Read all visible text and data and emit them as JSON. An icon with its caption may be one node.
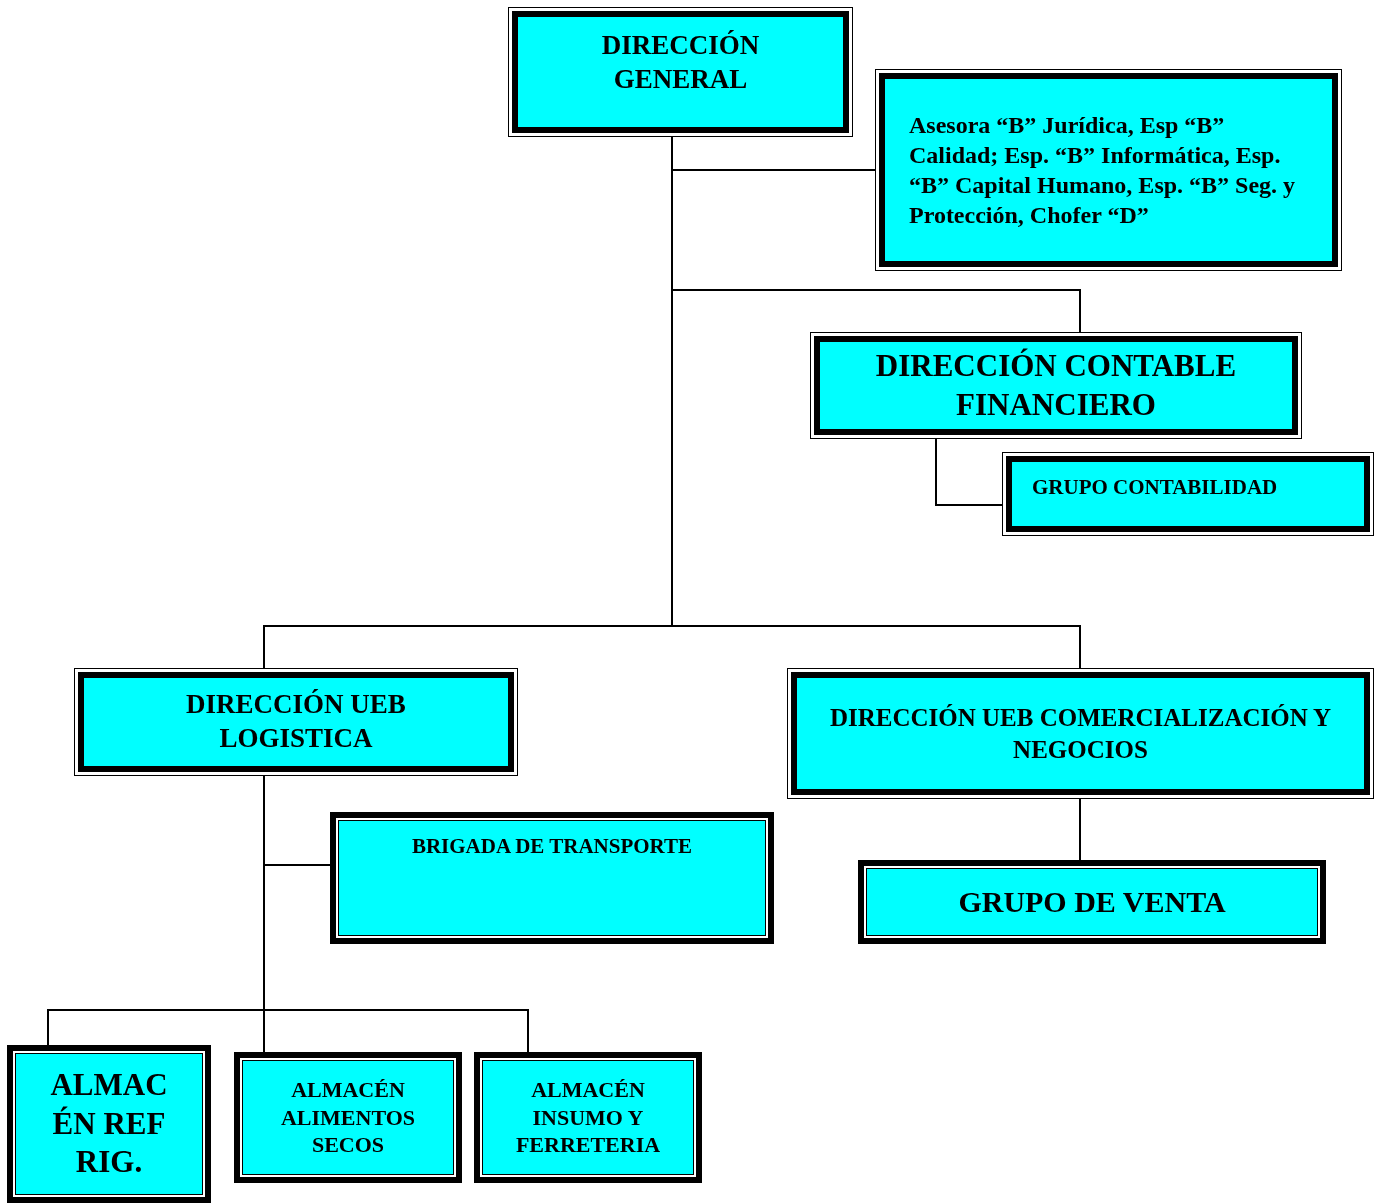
{
  "diagram": {
    "nodes": [
      {
        "text": [
          "DIRECCIÓN GENERAL"
        ]
      },
      {
        "text": [
          "Asesora “B” Jurídica, Esp “B” Calidad; Esp. “B” Informática, Esp. “B” Capital Humano, Esp. “B” Seg. y Protección, Chofer “D”"
        ]
      },
      {
        "text": [
          "DIRECCIÓN CONTABLE FINANCIERO"
        ]
      },
      {
        "text": [
          "GRUPO  CONTABILIDAD"
        ]
      },
      {
        "text": [
          "DIRECCIÓN UEB LOGISTICA"
        ]
      },
      {
        "text": [
          "DIRECCIÓN UEB COMERCIALIZACIÓN Y NEGOCIOS"
        ]
      },
      {
        "text": [
          "BRIGADA DE TRANSPORTE"
        ]
      },
      {
        "text": [
          "GRUPO DE VENTA"
        ]
      },
      {
        "text": [
          "ALMACÉN REFRIG."
        ]
      },
      {
        "text": [
          "ALMACÉN ALIMENTOS SECOS"
        ]
      },
      {
        "text": [
          "ALMACÉN INSUMO Y FERRETERIA"
        ]
      }
    ],
    "edges": [
      {
        "from": 0,
        "to": 1,
        "arrow": "none"
      },
      {
        "from": 0,
        "to": 2,
        "arrow": "none"
      },
      {
        "from": 2,
        "to": 3,
        "arrow": "none"
      },
      {
        "from": 0,
        "to": 4,
        "arrow": "none"
      },
      {
        "from": 0,
        "to": 5,
        "arrow": "none"
      },
      {
        "from": 4,
        "to": 6,
        "arrow": "none"
      },
      {
        "from": 4,
        "to": 8,
        "arrow": "none"
      },
      {
        "from": 4,
        "to": 9,
        "arrow": "none"
      },
      {
        "from": 4,
        "to": 10,
        "arrow": "none"
      },
      {
        "from": 5,
        "to": 7,
        "arrow": "none"
      }
    ]
  }
}
